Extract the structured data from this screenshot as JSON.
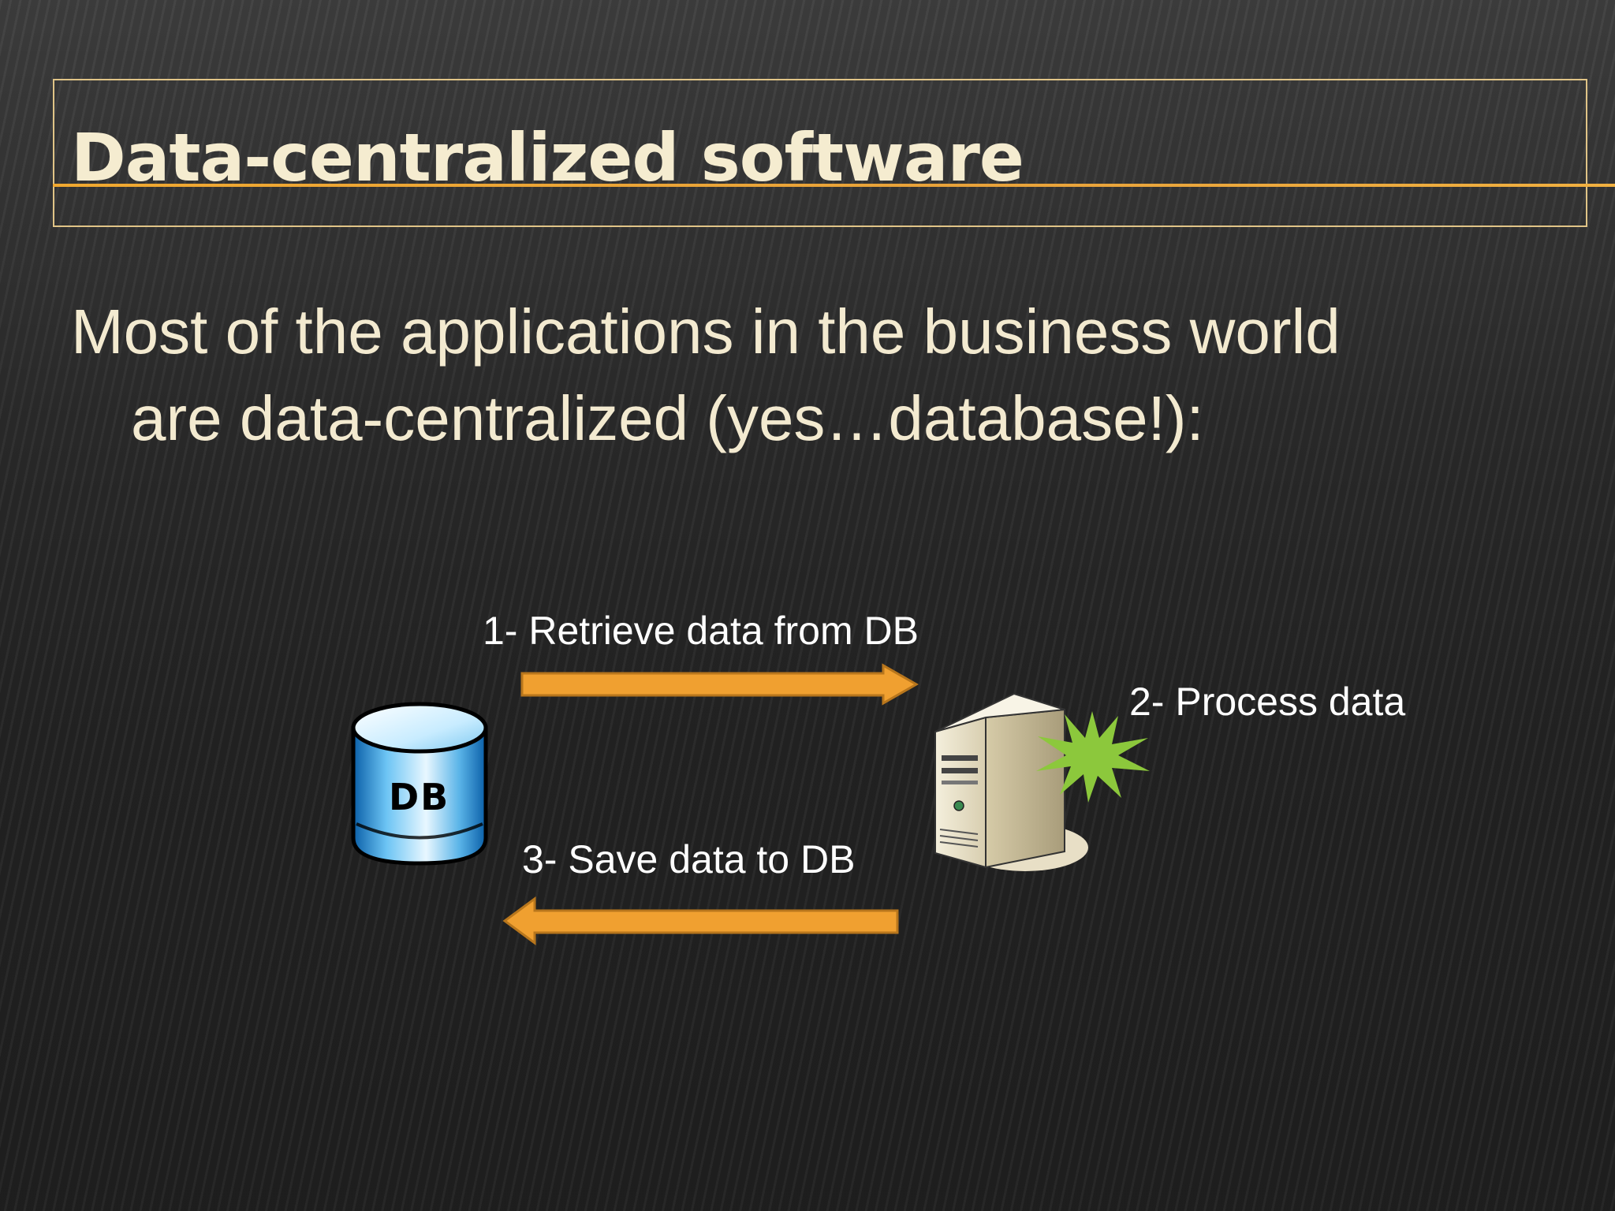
{
  "slide": {
    "title": "Data-centralized software",
    "body_line_1": "Most of the applications in the business world",
    "body_line_2": "are data-centralized (yes…database!):"
  },
  "diagram": {
    "database_label": "DB",
    "step1_label": "1- Retrieve data from DB",
    "step2_label": "2- Process data",
    "step3_label": "3- Save data to DB",
    "icons": [
      "database-icon",
      "server-icon",
      "burst-icon",
      "arrow-right-icon",
      "arrow-left-icon"
    ]
  },
  "colors": {
    "title_text": "#f5ecd0",
    "title_frame": "#e0c487",
    "accent_rule": "#f0a830",
    "arrow_fill": "#f0a030",
    "arrow_stroke": "#c07818",
    "burst": "#8cc83c",
    "db_blue": "#3aa0e0"
  }
}
